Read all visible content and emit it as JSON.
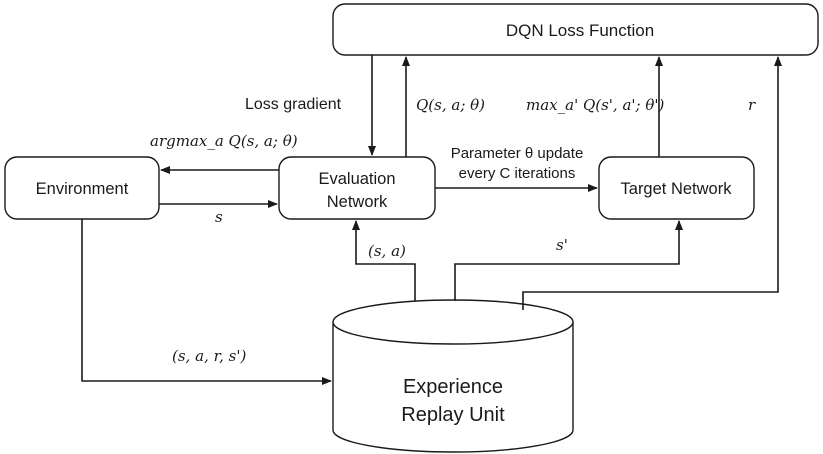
{
  "nodes": {
    "loss_function": "DQN Loss Function",
    "environment": "Environment",
    "evaluation_network": [
      "Evaluation",
      "Network"
    ],
    "target_network": "Target Network",
    "replay_unit": [
      "Experience",
      "Replay Unit"
    ]
  },
  "edge_labels": {
    "loss_gradient": "Loss gradient",
    "q_eval": "Q(s, a; θ)",
    "q_target": "max_a' Q(s', a'; θ')",
    "reward": "r",
    "action": "argmax_a Q(s, a; θ)",
    "state": "s",
    "param_update": [
      "Parameter θ update",
      "every C iterations"
    ],
    "sample_sa": "(s, a)",
    "next_state": "s'",
    "transition": "(s, a, r, s')"
  },
  "colors": {
    "stroke": "#1a1a1a",
    "background": "#ffffff"
  }
}
